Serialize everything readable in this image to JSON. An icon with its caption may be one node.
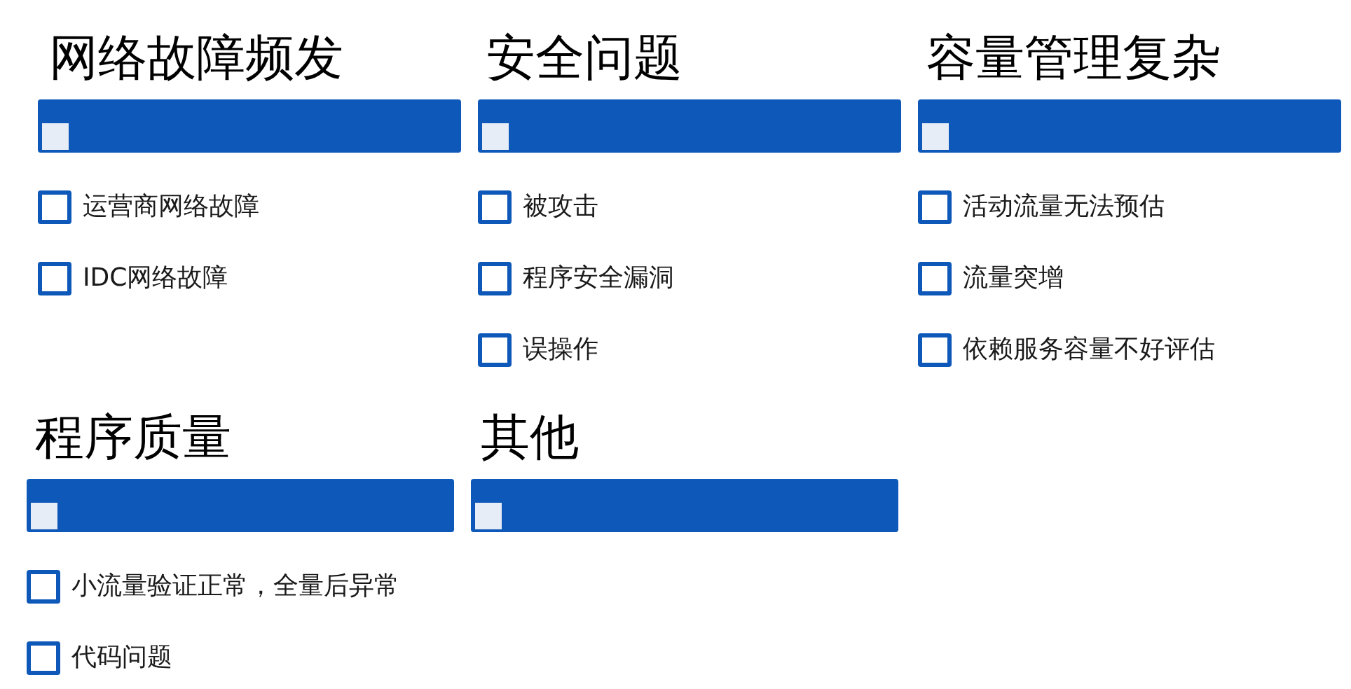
{
  "diagram": {
    "nodes": [
      {
        "text": [
          "网络故障频发",
          "运营商网络故障",
          "IDC网络故障"
        ]
      },
      {
        "text": [
          "安全问题",
          "被攻击",
          "程序安全漏洞",
          "误操作"
        ]
      },
      {
        "text": [
          "容量管理复杂",
          "活动流量无法预估",
          "流量突增",
          "依赖服务容量不好评估"
        ]
      },
      {
        "text": [
          "程序质量",
          "小流量验证正常，全量后异常",
          "代码问题"
        ]
      },
      {
        "text": [
          "其他"
        ]
      }
    ]
  }
}
